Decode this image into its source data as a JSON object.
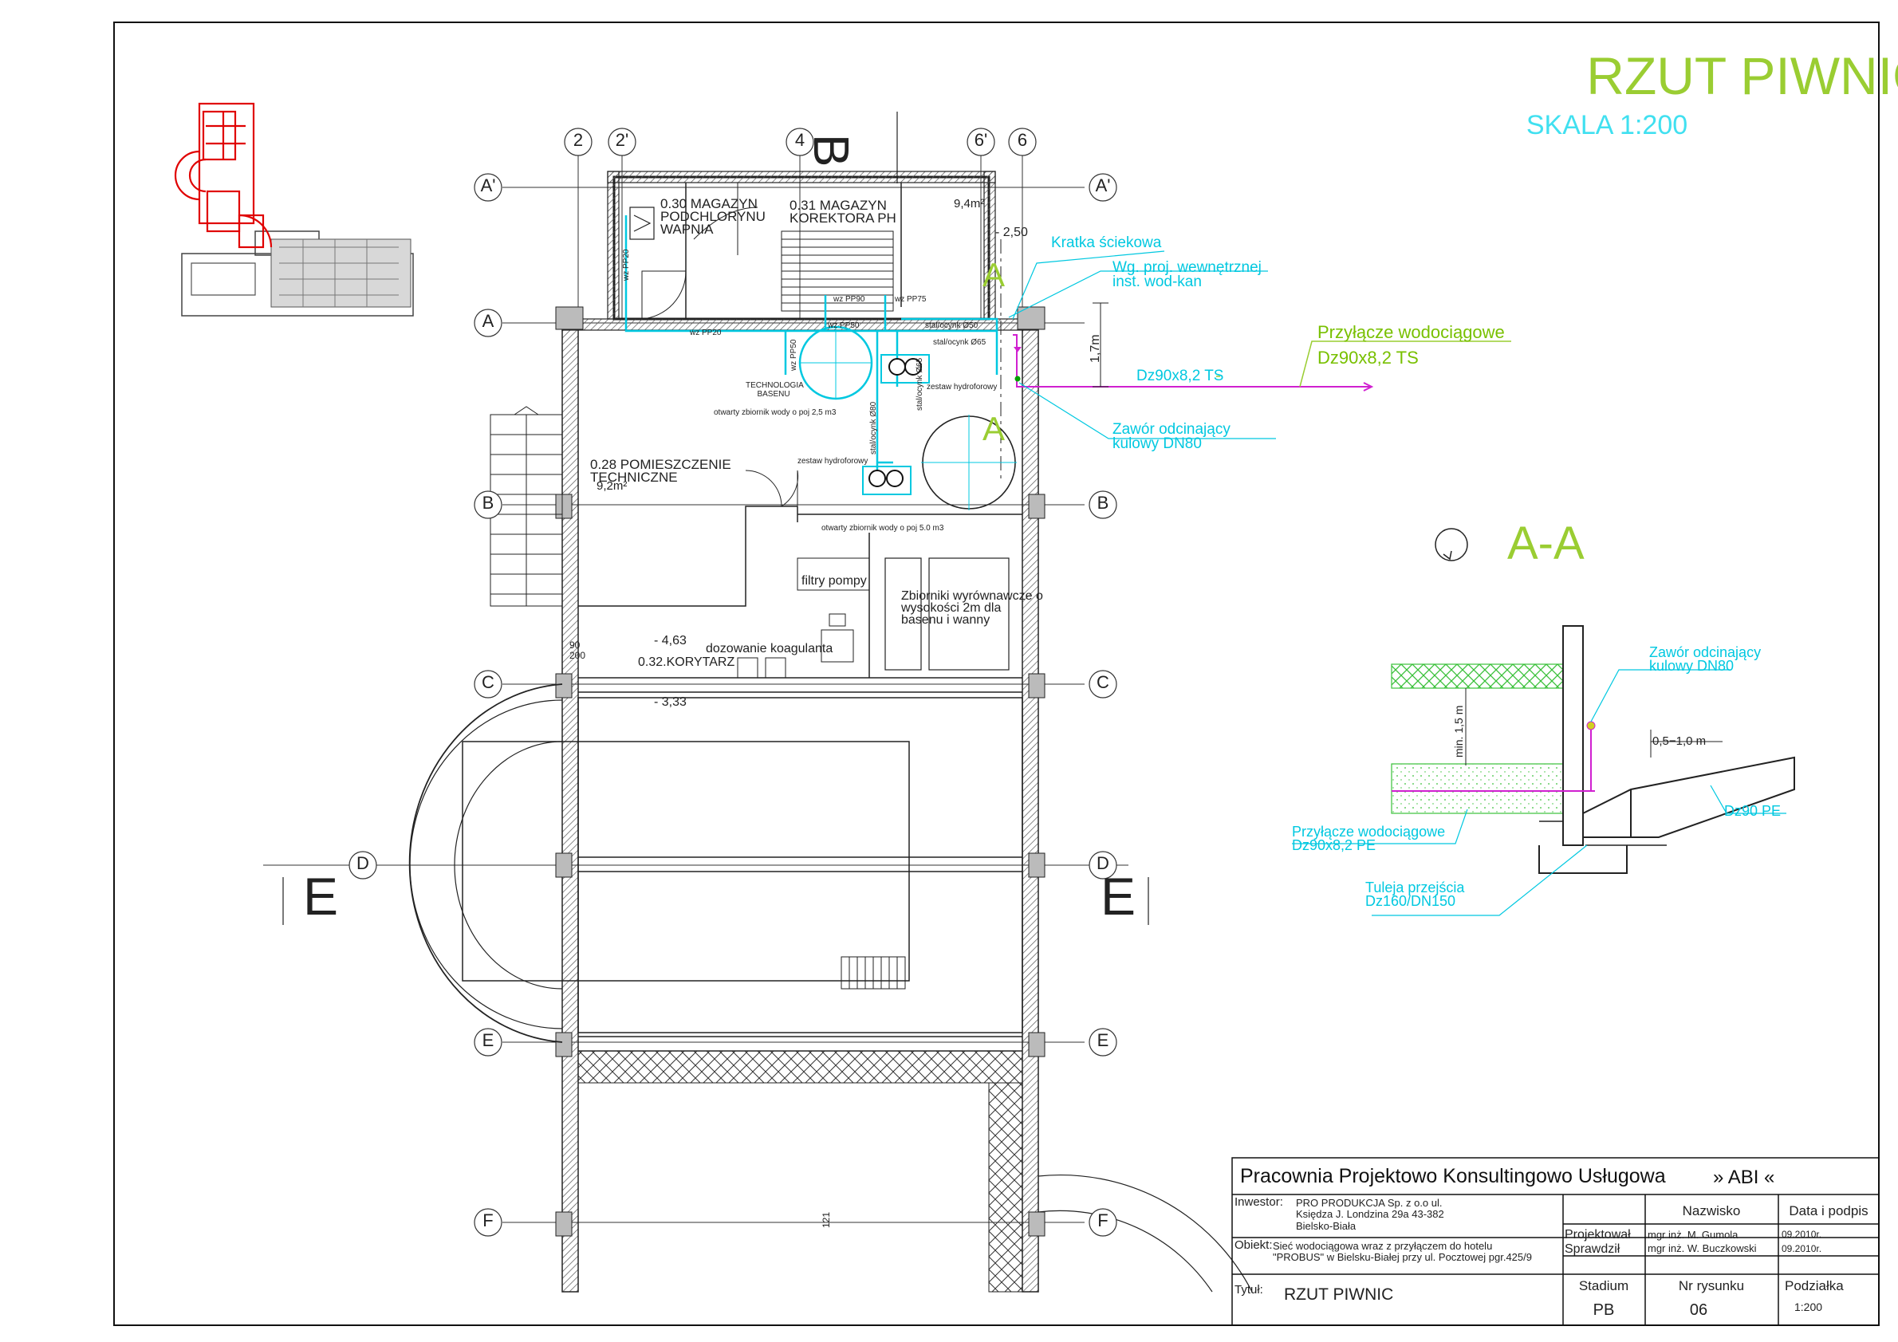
{
  "title": {
    "main": "RZUT PIWNIC",
    "scale": "SKALA 1:200"
  },
  "colors": {
    "title": "#9acd32",
    "scale": "#40e0f0",
    "cyan": "#00c8e0",
    "magenta": "#d020d0",
    "red": "#e00000",
    "green_label": "#78c000",
    "line": "#222222",
    "hatch_green": "#38c038"
  },
  "axes": {
    "top": [
      "2",
      "2'",
      "4",
      "6'",
      "6"
    ],
    "rows": [
      "A'",
      "A",
      "B",
      "C",
      "D",
      "E",
      "F"
    ],
    "rows_right": [
      "A'",
      "B",
      "C",
      "D",
      "E",
      "F"
    ],
    "section_b": "B",
    "section_e_left": "E",
    "section_e_right": "E"
  },
  "rooms": {
    "r030": "0.30 MAGAZYN PODCHLORYNU WAPNIA",
    "r031": "0.31 MAGAZYN KOREKTORA PH",
    "r031_area": "9,4m²",
    "r031_level": "- 2,50",
    "r028_name": "0.28 POMIESZCZENIE TECHNICZNE",
    "r028_area": "9,2m²",
    "r032": "0.32.KORYTARZ",
    "level_463": "- 4,63",
    "level_333": "- 3,33",
    "filtry": "filtry pompy",
    "zbiorniki": "Zbiorniki wyrównawcze o wysokości 2m dla basenu i wanny",
    "dozowanie": "dozowanie koagulanta",
    "door_90": "90",
    "door_200": "200",
    "dim_121": "121"
  },
  "pipes": {
    "wz_pp20_a": "wz PP20",
    "wz_pp20_b": "wz PP20",
    "wz_pp90": "wz PP90",
    "wz_pp75": "wz PP75",
    "wz_pp50_a": "wz PP50",
    "wz_pp50_b": "wz PP50",
    "stal_50": "stal/ocynk Ø50",
    "stal_65a": "stal/ocynk Ø65",
    "stal_65b": "stal/ocynk Ø65",
    "stal_80": "stal/ocynk Ø80",
    "zestaw1": "zestaw hydroforowy",
    "zestaw2": "zestaw hydroforowy",
    "tech_basenu": "TECHNOLOGIA BASENU",
    "zbiornik1": "otwarty zbiornik wody o poj 2,5 m3",
    "zbiornik2": "otwarty zbiornik wody o poj 5.0 m3",
    "section_a_top": "A",
    "section_a_bottom": "A"
  },
  "callouts": {
    "kratka": "Kratka ściekowa",
    "wg_proj": "Wg. proj. wewnętrznej inst. wod-kan",
    "przylacze": "Przyłącze wodociągowe",
    "przylacze_dz": "Dz90x8,2 TS",
    "dz_line": "Dz90x8,2 TS",
    "zawor": "Zawór odcinający kulowy DN80",
    "dim_17": "1,7m"
  },
  "section": {
    "title": "A-A",
    "zawor": "Zawór odcinający kulowy DN80",
    "min15": "min. 1,5 m",
    "range": "0,5−1,0 m",
    "dz90pe": "Dz90 PE",
    "przylacze": "Przyłącze wodociągowe Dz90x8,2 PE",
    "tuleja": "Tuleja przejścia Dz160/DN150"
  },
  "titleblock": {
    "company": "Pracownia Projektowo Konsultingowo Usługowa",
    "brand": "» ABI «",
    "inwestor_label": "Inwestor:",
    "inwestor": "PRO PRODUKCJA Sp. z o.o ul. Księdza J. Londzina 29a 43-382 Bielsko-Biała",
    "obiekt_label": "Obiekt:",
    "obiekt": "Sieć wodociągowa wraz z przyłączem do hotelu \"PROBUS\" w Bielsku-Białej przy ul. Pocztowej pgr.425/9",
    "tytul_label": "Tytuł:",
    "tytul": "RZUT PIWNIC",
    "nazwisko": "Nazwisko",
    "data": "Data i podpis",
    "projektowal": "Projektował",
    "projektowal_name": "mgr inż. M. Gumola",
    "projektowal_date": "09.2010r.",
    "sprawdzil": "Sprawdził",
    "sprawdzil_name": "mgr inż. W. Buczkowski",
    "sprawdzil_date": "09.2010r.",
    "stadium_label": "Stadium",
    "stadium": "PB",
    "nr_label": "Nr rysunku",
    "nr": "06",
    "podzialka_label": "Podziałka",
    "podzialka": "1:200"
  }
}
